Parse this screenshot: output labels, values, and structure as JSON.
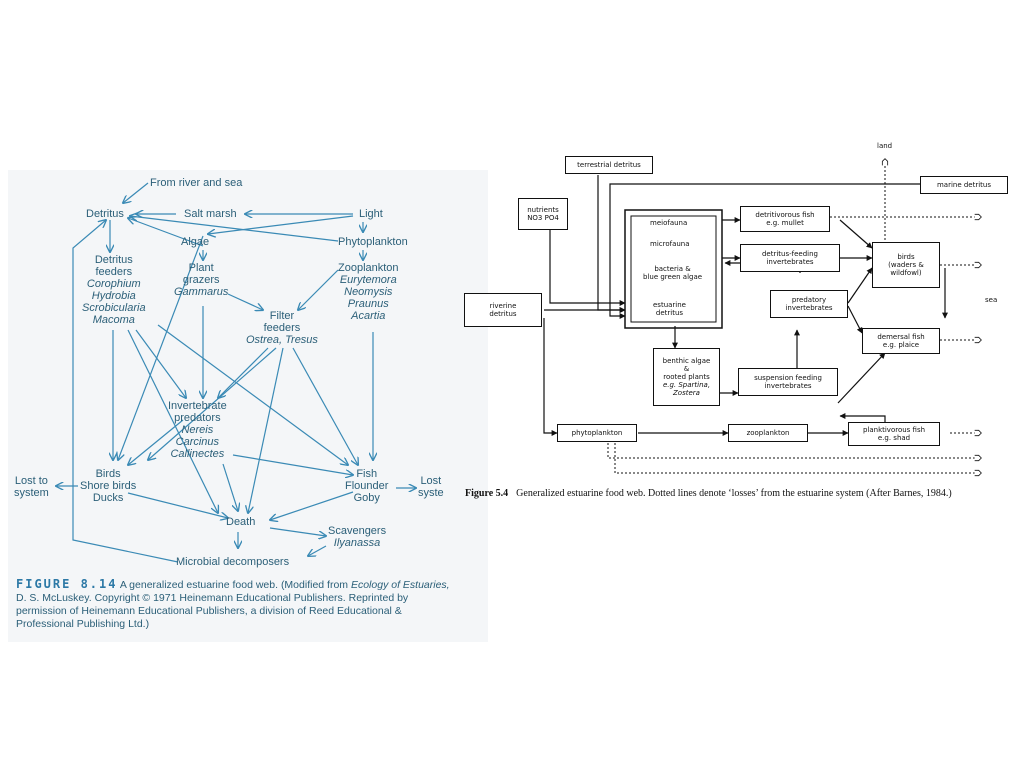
{
  "left_diagram": {
    "nodes": {
      "from_river": "From river and sea",
      "detritus": "Detritus",
      "salt_marsh": "Salt marsh",
      "light": "Light",
      "algae": "Algae",
      "phytoplankton": "Phytoplankton",
      "detritus_feeders": [
        "Detritus",
        "feeders"
      ],
      "detritus_feeders_species": [
        "Corophium",
        "Hydrobia",
        "Scrobicularia",
        "Macoma"
      ],
      "plant_grazers": [
        "Plant",
        "grazers"
      ],
      "plant_grazers_species": "Gammarus",
      "zooplankton": "Zooplankton",
      "zooplankton_species": [
        "Eurytemora",
        "Neomysis",
        "Praunus",
        "Acartia"
      ],
      "filter_feeders": [
        "Filter",
        "feeders"
      ],
      "filter_feeders_species": "Ostrea, Tresus",
      "invertebrate_predators": [
        "Invertebrate",
        "predators"
      ],
      "invertebrate_predators_species": [
        "Nereis",
        "Carcinus",
        "Callinectes"
      ],
      "lost_left": [
        "Lost to",
        "system"
      ],
      "birds": [
        "Birds",
        "Shore birds",
        "Ducks"
      ],
      "fish": [
        "Fish",
        "Flounder",
        "Goby"
      ],
      "lost_right": [
        "Lost",
        "syste"
      ],
      "death": "Death",
      "scavengers": "Scavengers",
      "scavengers_species": "Ilyanassa",
      "microbial": "Microbial decomposers"
    },
    "caption": {
      "figure": "FIGURE 8.14",
      "line1_pre": "A generalized estuarine food web. (Modified from ",
      "line1_italic": "Ecology of Estuaries,",
      "line2": "D. S. McLuskey. Copyright © 1971 Heinemann Educational Publishers. Reprinted by",
      "line3": "permission of Heinemann Educational Publishers, a division of Reed Educational &",
      "line4": "Professional Publishing Ltd.)"
    },
    "color": "#3a8ab5"
  },
  "right_diagram": {
    "boxes": {
      "terrestrial_detritus": "terrestrial detritus",
      "marine_detritus": "marine detritus",
      "nutrients": [
        "nutrients",
        "NO3  PO4"
      ],
      "riverine_detritus": [
        "riverine",
        "detritus"
      ],
      "meiofauna": "meiofauna",
      "microfauna": "microfauna",
      "bacteria": [
        "bacteria &",
        "blue green algae"
      ],
      "estuarine_detritus": [
        "estuarine",
        "detritus"
      ],
      "detritivorous_fish": [
        "detritivorous fish",
        "e.g. mullet"
      ],
      "detritus_feeding_inverts": [
        "detritus-feeding",
        "invertebrates"
      ],
      "predatory_inverts": [
        "predatory",
        "invertebrates"
      ],
      "birds": [
        "birds",
        "(waders &",
        "wildfowl)"
      ],
      "demersal_fish": [
        "demersal fish",
        "e.g. plaice"
      ],
      "benthic_algae": [
        "benthic algae",
        "&",
        "rooted    plants",
        "e.g. Spartina, Zostera"
      ],
      "suspension_feeding_inverts": [
        "suspension feeding",
        "invertebrates"
      ],
      "phytoplankton": "phytoplankton",
      "zooplankton": "zooplankton",
      "planktivorous_fish": [
        "planktivorous fish",
        "e.g. shad"
      ]
    },
    "labels": {
      "land": "land",
      "sea": "sea"
    },
    "caption": {
      "figure": "Figure 5.4",
      "text": "Generalized estuarine food web. Dotted lines denote ‘losses’ from the estuarine system (After Barnes, 1984.)"
    }
  }
}
